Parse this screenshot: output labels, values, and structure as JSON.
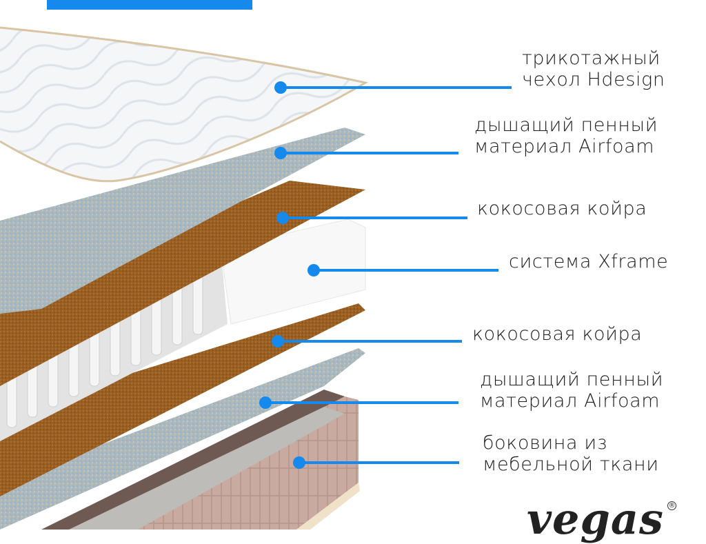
{
  "header_bar": {
    "color": "#1589ec"
  },
  "accent_color": "#1589ec",
  "callouts": [
    {
      "layer": "quilted-cover",
      "lines": [
        "трикотажный",
        "чехол Hdesign"
      ]
    },
    {
      "layer": "airfoam-top",
      "lines": [
        "дышащий пенный",
        "материал Airfoam"
      ]
    },
    {
      "layer": "coconut-coir-top",
      "lines": [
        "кокосовая койра"
      ]
    },
    {
      "layer": "xframe-springs",
      "lines": [
        "система Xframe"
      ]
    },
    {
      "layer": "coconut-coir-bottom",
      "lines": [
        "кокосовая койра"
      ]
    },
    {
      "layer": "airfoam-bottom",
      "lines": [
        "дышащий пенный",
        "материал Airfoam"
      ]
    },
    {
      "layer": "fabric-side",
      "lines": [
        "боковина из",
        "мебельной ткани"
      ]
    }
  ],
  "brand": {
    "logo_text": "vegas",
    "registered_mark": "®"
  }
}
